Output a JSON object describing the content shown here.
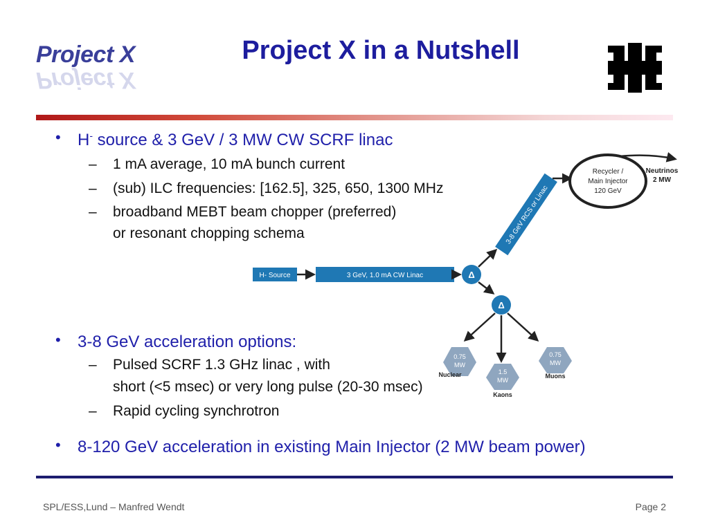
{
  "header": {
    "logo_text": "Project X",
    "title": "Project X in a Nutshell",
    "fermilab_logo": "fermilab-logo-icon"
  },
  "bullets": [
    {
      "text_main": "H",
      "text_sup": "-",
      "text_rest": " source & 3 GeV / 3 MW CW SCRF linac",
      "subs": [
        "1 mA average, 10 mA bunch current",
        "(sub) ILC frequencies:  [162.5], 325, 650, 1300 MHz",
        "broadband MEBT beam chopper (preferred)",
        "or resonant chopping schema"
      ]
    },
    {
      "text": "3-8 GeV acceleration options:",
      "subs": [
        "Pulsed SCRF 1.3 GHz linac , with",
        "short (<5 msec) or very long pulse (20-30 msec)",
        "Rapid cycling synchrotron"
      ]
    },
    {
      "text": "8-120 GeV acceleration in existing Main Injector (2 MW beam power)"
    }
  ],
  "diagram": {
    "h_source": "H- Source",
    "linac": "3 GeV, 1.0 mA CW Linac",
    "delta1": "Δ",
    "delta2": "Δ",
    "rcs": "3-8 GeV RCS or Linac",
    "recycler_l1": "Recycler /",
    "recycler_l2": "Main Injector",
    "recycler_l3": "120 GeV",
    "neutrinos_l1": "Neutrinos",
    "neutrinos_l2": "2 MW",
    "nuclear_l1": "0.75",
    "nuclear_l2": "MW",
    "nuclear_label": "Nuclear",
    "kaons_l1": "1.5",
    "kaons_l2": "MW",
    "kaons_label": "Kaons",
    "muons_l1": "0.75",
    "muons_l2": "MW",
    "muons_label": "Muons",
    "colors": {
      "box": "#1f78b4",
      "hex": "#8fa6bf",
      "arrow": "#222222"
    }
  },
  "footer": {
    "left": "SPL/ESS,Lund – Manfred Wendt",
    "right": "Page 2"
  }
}
